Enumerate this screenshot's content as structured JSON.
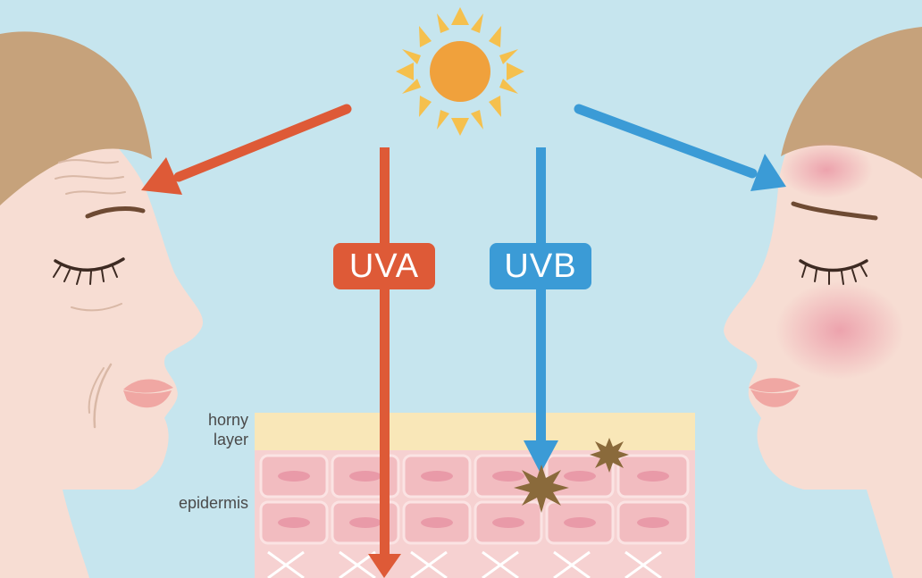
{
  "badges": {
    "uva": {
      "label": "UVA",
      "color": "#de5a37"
    },
    "uvb": {
      "label": "UVB",
      "color": "#3b9bd6"
    }
  },
  "skin_layers": {
    "horny_line1": "horny",
    "horny_line2": "layer",
    "epidermis": "epidermis"
  },
  "colors": {
    "background": "#c6e5ee",
    "sun": "#f0a13c",
    "skin": "#f7ddd3",
    "hair": "#c6a27b",
    "horny_layer": "#f9e7b8",
    "epidermis_layer": "#f6d1d1"
  }
}
